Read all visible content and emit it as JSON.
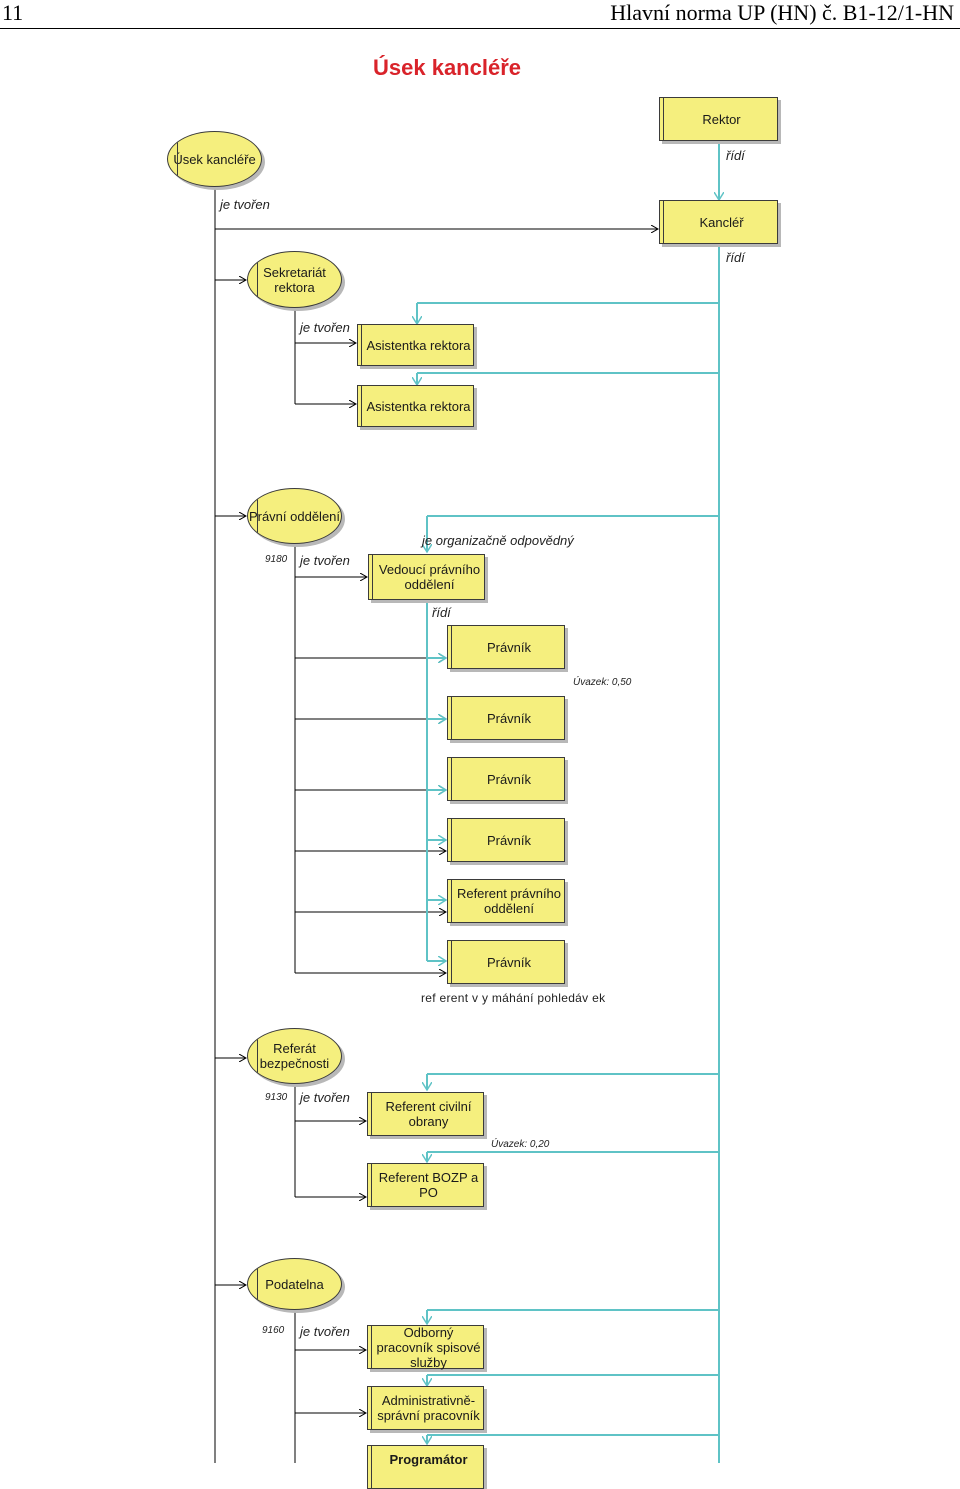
{
  "header": {
    "page_number": "11",
    "norm": "Hlavní norma UP (HN) č. B1-12/1-HN"
  },
  "title": "Úsek kancléře",
  "top": {
    "unit": "Úsek kancléře",
    "formed_by": "je tvořen",
    "rektor": "Rektor",
    "ridi_1": "řídí",
    "kancler": "Kancléř",
    "ridi_2": "řídí"
  },
  "sekretariat": {
    "name": "Sekretariát rektora",
    "formed_by": "je tvořen",
    "positions": [
      "Asistentka rektora",
      "Asistentka rektora"
    ]
  },
  "pravni": {
    "name": "Právní oddělení",
    "code": "9180",
    "formed_by": "je tvořen",
    "org_resp": "je organizačně odpovědný",
    "head": "Vedoucí právního oddělení",
    "ridi": "řídí",
    "positions": [
      "Právník",
      "Právník",
      "Právník",
      "Právník",
      "Referent právního oddělení",
      "Právník"
    ],
    "uvazek": "Úvazek: 0,50",
    "ref_note": "ref erent v y máhání pohledáv ek"
  },
  "bezpecnost": {
    "name": "Referát bezpečnosti",
    "code": "9130",
    "formed_by": "je tvořen",
    "positions": [
      "Referent civilní obrany",
      "Referent BOZP a PO"
    ],
    "uvazek": "Úvazek: 0,20"
  },
  "podatelna": {
    "name": "Podatelna",
    "code": "9160",
    "formed_by": "je tvořen",
    "positions": [
      "Odborný pracovník spisové služby",
      "Administrativně-správní pracovník",
      "Programátor"
    ]
  },
  "colors": {
    "box": "#f5ef7e",
    "connector": "#5fc3c6",
    "hierarchy": "#000000",
    "title": "#d9232a"
  }
}
